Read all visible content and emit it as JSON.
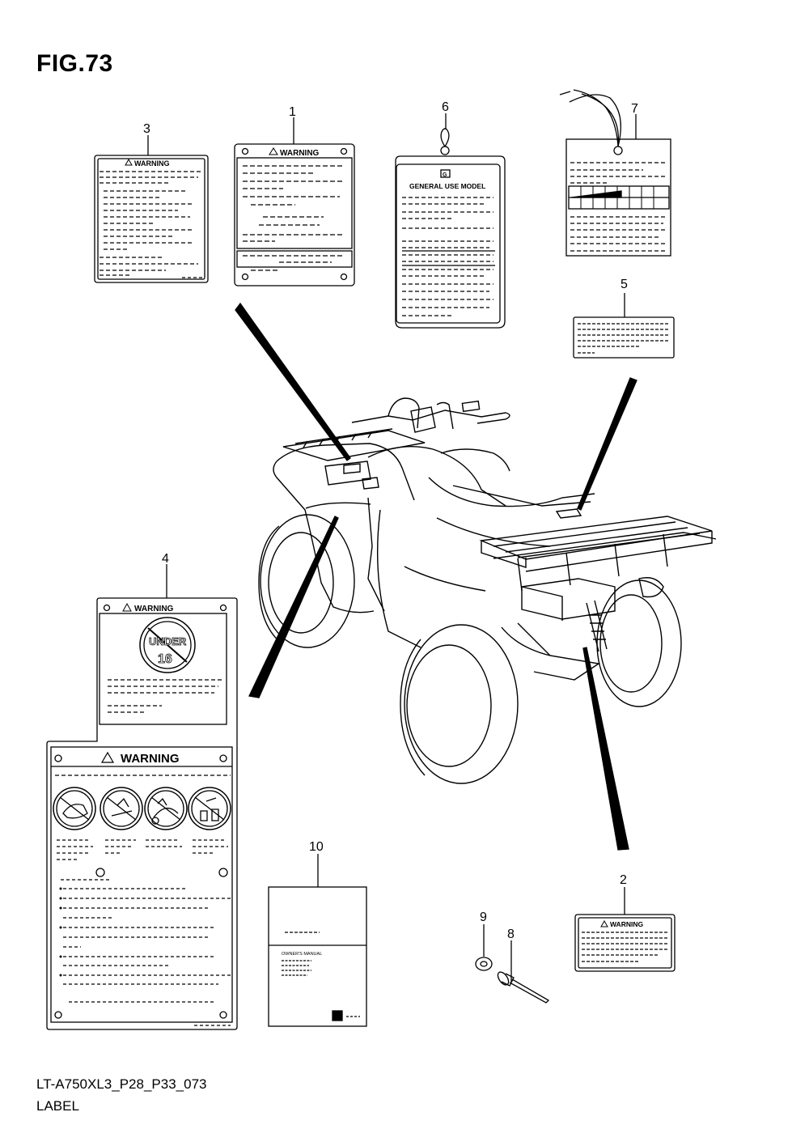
{
  "figure": {
    "title": "FIG.73",
    "code": "LT-A750XL3_P28_P33_073",
    "name": "LABEL"
  },
  "callouts": {
    "c1": "1",
    "c2": "2",
    "c3": "3",
    "c4": "4",
    "c5": "5",
    "c6": "6",
    "c7": "7",
    "c8": "8",
    "c9": "9",
    "c10": "10"
  },
  "label_text": {
    "warning": "WARNING",
    "warning_large": "WARNING",
    "general_use_model": "GENERAL USE MODEL",
    "tag_letter": "G",
    "under": "UNDER",
    "age": "16",
    "owners_manual": "OWNER'S MANUAL"
  },
  "colors": {
    "line": "#000000",
    "background": "#ffffff"
  }
}
